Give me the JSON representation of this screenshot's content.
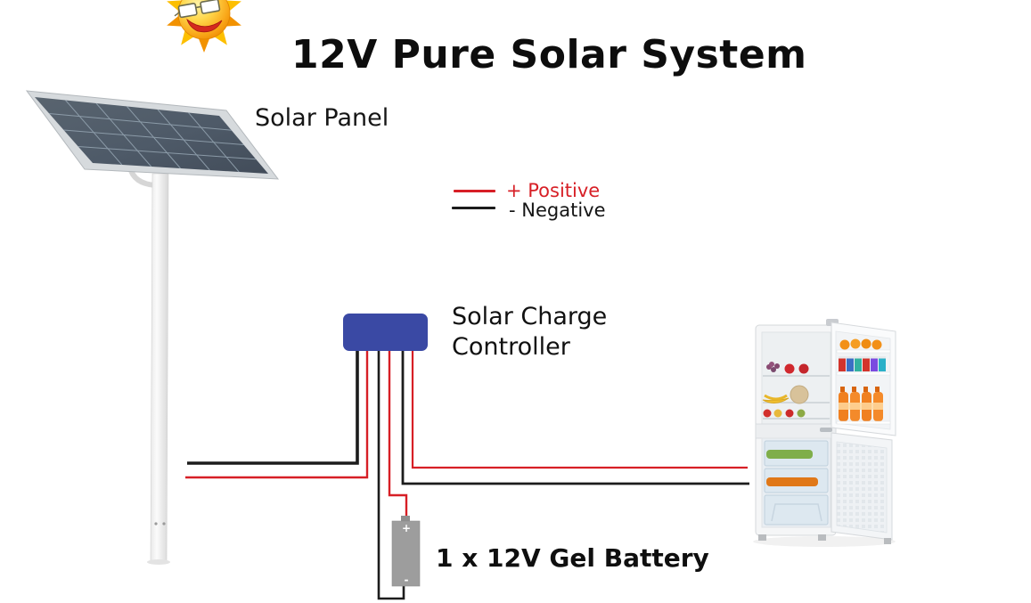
{
  "title": "12V Pure Solar System",
  "legend": {
    "positive_label": "+ Positive",
    "negative_label": "- Negative"
  },
  "labels": {
    "solar_panel": "Solar Panel",
    "charge_controller": "Solar Charge Controller",
    "battery": "1 x 12V Gel Battery"
  },
  "battery": {
    "positive_mark": "+",
    "negative_mark": "-"
  },
  "icons": {
    "sun": "smiling-sun-with-sunglasses-icon"
  },
  "colors": {
    "positive": "#d71f26",
    "negative": "#1c1c1c",
    "controller": "#3a49a4",
    "battery": "#9d9d9d",
    "panel_cell": "#4e5a68",
    "panel_frame": "#d6dadd",
    "title_text": "#0d0d0d"
  }
}
